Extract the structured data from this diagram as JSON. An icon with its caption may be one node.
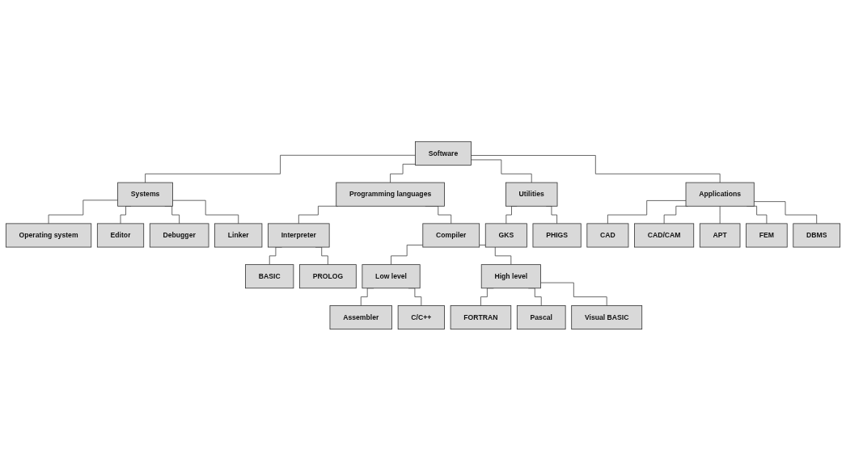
{
  "diagram": {
    "nodes": [
      {
        "text": [
          "Software"
        ]
      },
      {
        "text": [
          "Systems"
        ]
      },
      {
        "text": [
          "Programming languages"
        ]
      },
      {
        "text": [
          "Utilities"
        ]
      },
      {
        "text": [
          "Applications"
        ]
      },
      {
        "text": [
          "Operating system"
        ]
      },
      {
        "text": [
          "Editor"
        ]
      },
      {
        "text": [
          "Debugger"
        ]
      },
      {
        "text": [
          "Linker"
        ]
      },
      {
        "text": [
          "Interpreter"
        ]
      },
      {
        "text": [
          "Compiler"
        ]
      },
      {
        "text": [
          "BASIC"
        ]
      },
      {
        "text": [
          "PROLOG"
        ]
      },
      {
        "text": [
          "Low level"
        ]
      },
      {
        "text": [
          "High level"
        ]
      },
      {
        "text": [
          "Assembler"
        ]
      },
      {
        "text": [
          "C/C++"
        ]
      },
      {
        "text": [
          "FORTRAN"
        ]
      },
      {
        "text": [
          "Pascal"
        ]
      },
      {
        "text": [
          "Visual BASIC"
        ]
      },
      {
        "text": [
          "GKS"
        ]
      },
      {
        "text": [
          "PHIGS"
        ]
      },
      {
        "text": [
          "CAD"
        ]
      },
      {
        "text": [
          "CAD/CAM"
        ]
      },
      {
        "text": [
          "APT"
        ]
      },
      {
        "text": [
          "FEM"
        ]
      },
      {
        "text": [
          "DBMS"
        ]
      }
    ],
    "edges": [
      {
        "from": 0,
        "to": 1,
        "arrow": "none"
      },
      {
        "from": 0,
        "to": 2,
        "arrow": "none"
      },
      {
        "from": 0,
        "to": 3,
        "arrow": "none"
      },
      {
        "from": 0,
        "to": 4,
        "arrow": "none"
      },
      {
        "from": 1,
        "to": 5,
        "arrow": "none"
      },
      {
        "from": 1,
        "to": 6,
        "arrow": "none"
      },
      {
        "from": 1,
        "to": 7,
        "arrow": "none"
      },
      {
        "from": 1,
        "to": 8,
        "arrow": "none"
      },
      {
        "from": 2,
        "to": 9,
        "arrow": "none"
      },
      {
        "from": 2,
        "to": 10,
        "arrow": "none"
      },
      {
        "from": 9,
        "to": 11,
        "arrow": "none"
      },
      {
        "from": 9,
        "to": 12,
        "arrow": "none"
      },
      {
        "from": 10,
        "to": 13,
        "arrow": "none"
      },
      {
        "from": 10,
        "to": 14,
        "arrow": "none"
      },
      {
        "from": 13,
        "to": 15,
        "arrow": "none"
      },
      {
        "from": 13,
        "to": 16,
        "arrow": "none"
      },
      {
        "from": 14,
        "to": 17,
        "arrow": "none"
      },
      {
        "from": 14,
        "to": 18,
        "arrow": "none"
      },
      {
        "from": 14,
        "to": 19,
        "arrow": "none"
      },
      {
        "from": 3,
        "to": 20,
        "arrow": "none"
      },
      {
        "from": 3,
        "to": 21,
        "arrow": "none"
      },
      {
        "from": 4,
        "to": 22,
        "arrow": "none"
      },
      {
        "from": 4,
        "to": 23,
        "arrow": "none"
      },
      {
        "from": 4,
        "to": 24,
        "arrow": "none"
      },
      {
        "from": 4,
        "to": 25,
        "arrow": "none"
      },
      {
        "from": 4,
        "to": 26,
        "arrow": "none"
      }
    ]
  }
}
